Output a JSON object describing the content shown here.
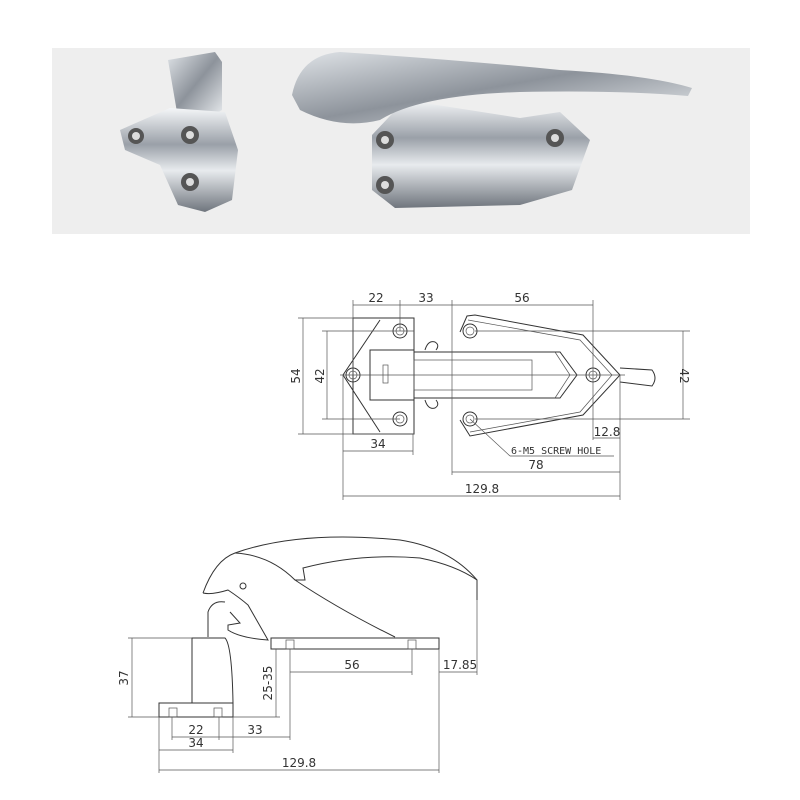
{
  "photo": {
    "alt_label": "",
    "background": "#eeeeee",
    "metal_color": "#c8ccd2"
  },
  "top_view": {
    "dims": {
      "d22": "22",
      "d33": "33",
      "d56": "56",
      "d54": "54",
      "d42_left": "42",
      "d42_right": "42",
      "d34": "34",
      "d78": "78",
      "d129_8": "129.8",
      "d12_8": "12.8"
    },
    "note": "6-M5 SCREW HOLE"
  },
  "side_view": {
    "dims": {
      "d37": "37",
      "d25_35": "25-35",
      "d56": "56",
      "d17_85": "17.85",
      "d22": "22",
      "d33": "33",
      "d34": "34",
      "d129_8": "129.8"
    }
  },
  "colors": {
    "line": "#333333",
    "background": "#ffffff"
  }
}
